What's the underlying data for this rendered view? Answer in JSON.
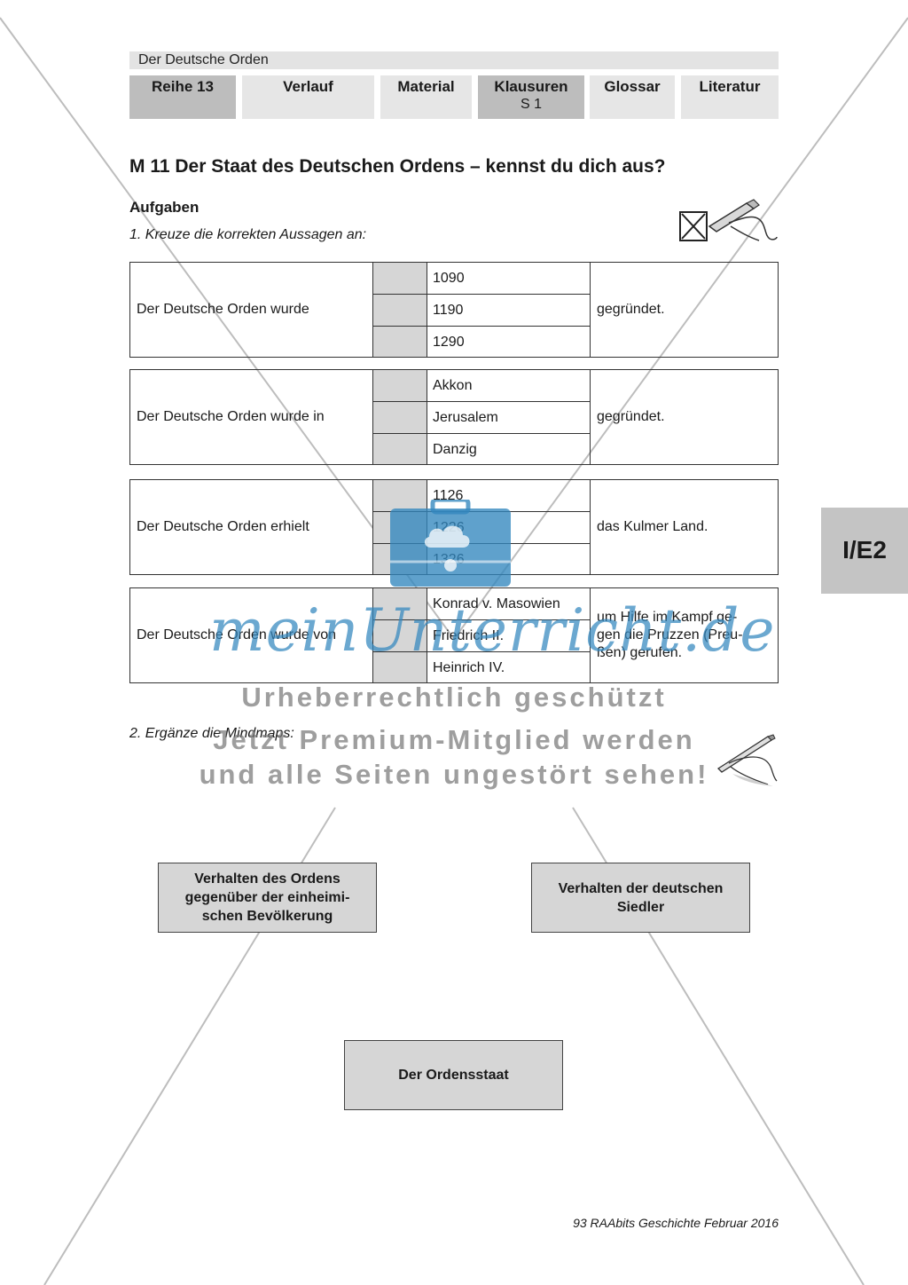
{
  "header": {
    "doc_title": "Der Deutsche Orden",
    "nav": [
      {
        "label": "Reihe 13",
        "sub": "",
        "active": true
      },
      {
        "label": "Verlauf",
        "sub": ""
      },
      {
        "label": "Material",
        "sub": ""
      },
      {
        "label": "Klausuren",
        "sub": "S 1",
        "active": true
      },
      {
        "label": "Glossar",
        "sub": ""
      },
      {
        "label": "Literatur",
        "sub": ""
      }
    ]
  },
  "title": "M 11  Der Staat des Deutschen Ordens – kennst du dich aus?",
  "tasks_heading": "Aufgaben",
  "task1": "1.  Kreuze die korrekten Aussagen an:",
  "quiz": [
    {
      "statement": "Der Deutsche Orden wurde",
      "options": [
        "1090",
        "1190",
        "1290"
      ],
      "ending": "gegründet."
    },
    {
      "statement": "Der Deutsche Orden wurde in",
      "options": [
        "Akkon",
        "Jerusalem",
        "Danzig"
      ],
      "ending": "gegründet."
    },
    {
      "statement": "Der Deutsche Orden erhielt",
      "options": [
        "1126",
        "1226",
        "1326"
      ],
      "ending": "das Kulmer Land."
    },
    {
      "statement": "Der Deutsche Orden wurde von",
      "options": [
        "Konrad v. Masowien",
        "Friedrich II.",
        "Heinrich IV."
      ],
      "ending": "um Hilfe im Kampf ge-\ngen die Pruzzen (Preu-\nßen) gerufen."
    }
  ],
  "side_tab": "I/E2",
  "task2": "2. Ergänze die Mindmaps:",
  "mindmaps": {
    "left": "Verhalten des Ordens\ngegenüber der einheimi-\nschen Bevölkerung",
    "right": "Verhalten der deutschen\nSiedler",
    "center": "Der Ordensstaat"
  },
  "watermark": {
    "brand": "meinUnterricht.de",
    "line1": "Urheberrechtlich geschützt",
    "line2": "Jetzt Premium-Mitglied werden",
    "line3": "und alle Seiten ungestört sehen!"
  },
  "footer": "93 RAAbits Geschichte Februar 2016",
  "colors": {
    "tab_active": "#bdbdbd",
    "tab": "#e6e6e6",
    "cell": "#d6d6d6",
    "watermark_blue": "#3287be"
  }
}
